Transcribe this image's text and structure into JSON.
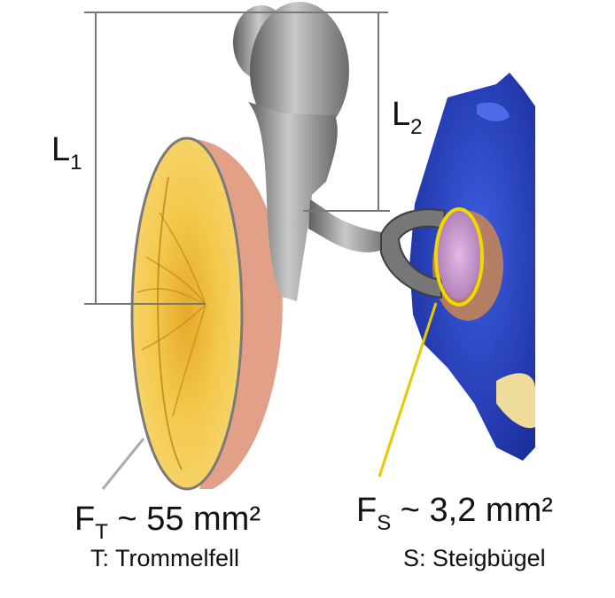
{
  "labels": {
    "L1": {
      "main": "L",
      "sub": "1"
    },
    "L2": {
      "main": "L",
      "sub": "2"
    },
    "FT": {
      "main": "F",
      "sub": "T",
      "value": " ~ 55 mm²"
    },
    "FS": {
      "main": "F",
      "sub": "S",
      "value": " ~ 3,2 mm²"
    },
    "legend_T": "T: Trommelfell",
    "legend_S": "S: Steigbügel"
  },
  "colors": {
    "eardrum_fill": "#f2c84a",
    "eardrum_rim": "#e3a089",
    "ossicle": "#8e8e8e",
    "inner_ear": "#2b45c9",
    "stapes_footplate": "#c896c8",
    "stapes_outline": "#f0d800",
    "eardrum_leader": "#aaaaaa",
    "stapes_leader": "#e8c800",
    "dimension_lines": "#777777"
  }
}
